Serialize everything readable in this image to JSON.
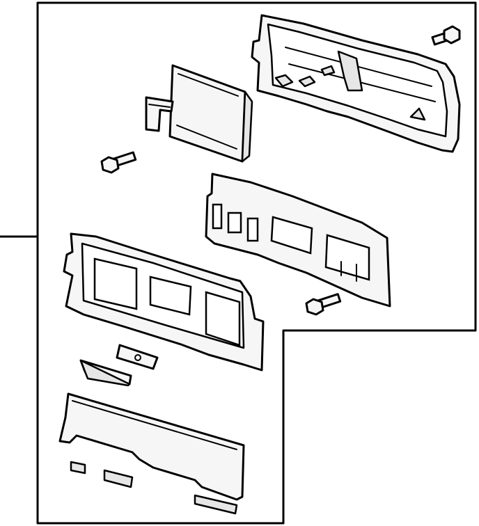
{
  "diagram": {
    "background": "#ffffff",
    "line_color": "#000000",
    "parts": [
      {
        "id": "rear-housing",
        "icon": "instrument-cluster-rear-housing"
      },
      {
        "id": "circuit-board",
        "icon": "printed-circuit-board"
      },
      {
        "id": "screw-top-right",
        "icon": "screw-icon"
      },
      {
        "id": "screw-left",
        "icon": "screw-icon"
      },
      {
        "id": "gauge-mask",
        "icon": "gauge-mask-plate"
      },
      {
        "id": "cluster-bezel",
        "icon": "cluster-front-bezel"
      },
      {
        "id": "screw-lower-right",
        "icon": "screw-icon"
      },
      {
        "id": "small-bracket",
        "icon": "bracket"
      },
      {
        "id": "indicator-lens",
        "icon": "lens"
      },
      {
        "id": "cluster-lens-cover",
        "icon": "lens-cover"
      }
    ]
  }
}
